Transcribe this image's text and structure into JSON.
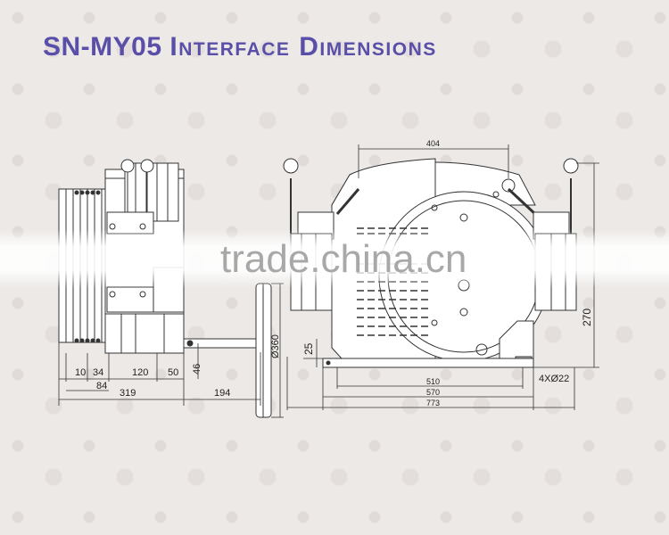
{
  "title": {
    "model": "SN-MY05",
    "subtitle": "Interface Dimensions"
  },
  "side_view": {
    "dims": {
      "d10": "10",
      "d34": "34",
      "d120": "120",
      "d50": "50",
      "d46": "46",
      "d84": "84",
      "d319": "319",
      "d194": "194",
      "d360": "Ø360"
    }
  },
  "front_view": {
    "dims": {
      "d404": "404",
      "d270": "270",
      "d25": "25",
      "d510": "510",
      "d570": "570",
      "d773": "773",
      "holes": "4XØ22"
    }
  },
  "watermark": "trade.china.cn",
  "colors": {
    "title": "#5a4fa8",
    "line": "#333333"
  }
}
